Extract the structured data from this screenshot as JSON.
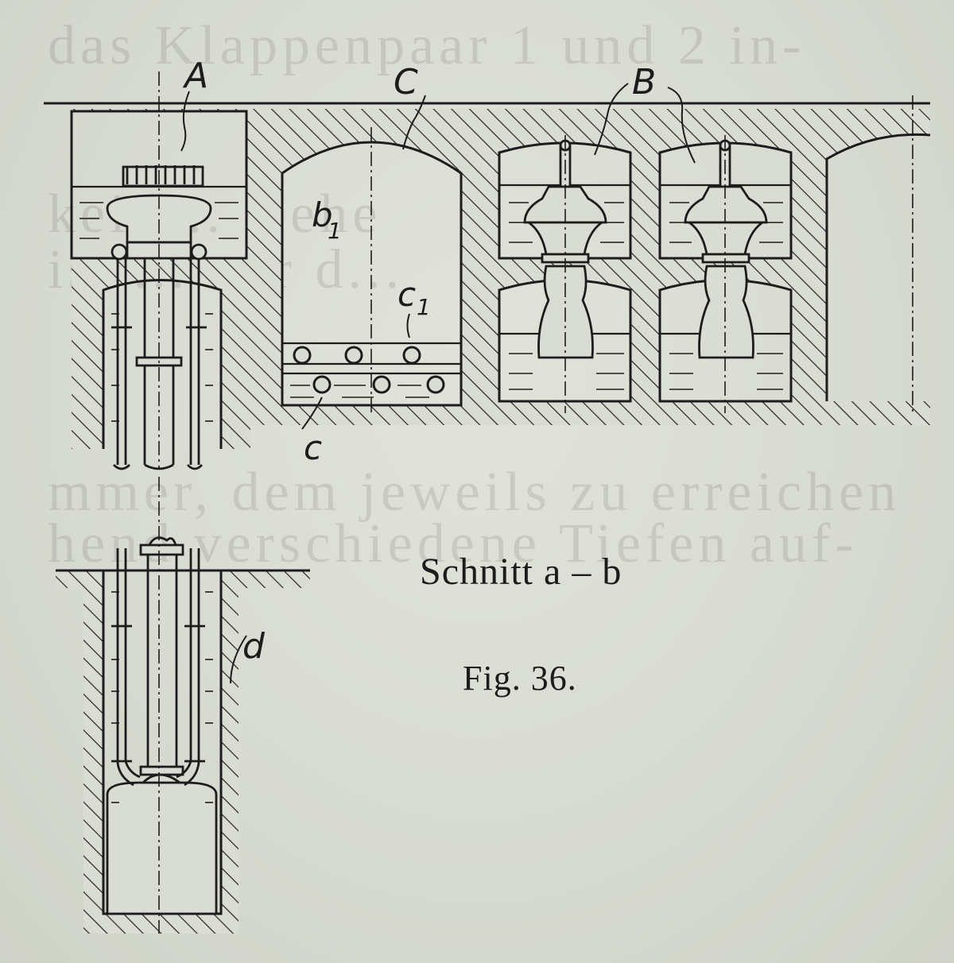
{
  "figure": {
    "caption_section": "Schnitt a – b",
    "caption_figure": "Fig. 36.",
    "labels": {
      "A": "A",
      "B": "B",
      "C": "C",
      "b1_main": "b",
      "b1_sub": "1",
      "c1_main": "c",
      "c1_sub": "1",
      "c": "c",
      "d": "d"
    }
  },
  "bleed_through": [
    "das Klappenpaar 1 und 2 in-",
    "keit ... siehe",
    "ist ... vor d...",
    "mmer, dem jeweils zu erreichen",
    "hend verschiedene Tiefen auf-"
  ]
}
